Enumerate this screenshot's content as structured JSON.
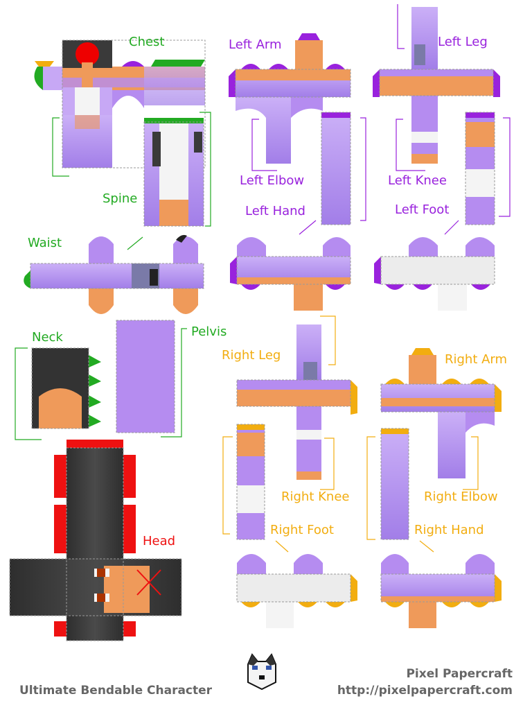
{
  "colors": {
    "purple": "#b58cf0",
    "purple_light": "#cbb0f7",
    "purple_dark": "#8f6ad6",
    "orange": "#ef9a5a",
    "hair": "#3a3a3a",
    "hair_light": "#5a5a5a",
    "white": "#f4f4f4",
    "label_green": "#22aa22",
    "label_purple": "#9922dd",
    "label_red": "#ee1111",
    "label_orange": "#f2ad10",
    "footer": "#666666"
  },
  "labels": {
    "chest": "Chest",
    "spine": "Spine",
    "waist": "Waist",
    "neck": "Neck",
    "pelvis": "Pelvis",
    "head": "Head",
    "left_arm": "Left Arm",
    "left_elbow": "Left Elbow",
    "left_hand": "Left Hand",
    "left_leg": "Left Leg",
    "left_knee": "Left Knee",
    "left_foot": "Left Foot",
    "right_leg": "Right Leg",
    "right_knee": "Right Knee",
    "right_foot": "Right Foot",
    "right_arm": "Right Arm",
    "right_elbow": "Right Elbow",
    "right_hand": "Right Hand"
  },
  "footer": {
    "title": "Ultimate Bendable Character",
    "brand": "Pixel Papercraft",
    "url": "http://pixelpapercraft.com"
  }
}
